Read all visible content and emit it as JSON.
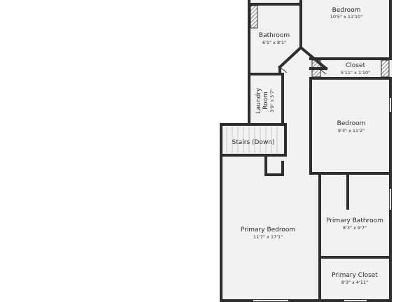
{
  "rooms": {
    "bedroom_top": {
      "name": "Bedroom",
      "dims": "10'5\" x 11'10\""
    },
    "bathroom": {
      "name": "Bathroom",
      "dims": "6'1\" x 8'1\""
    },
    "closet": {
      "name": "Closet",
      "dims": "5'11\" x 1'10\""
    },
    "laundry": {
      "name_line1": "Laundry",
      "name_line2": "Room",
      "dims": "3'9\" x 5'7\""
    },
    "bedroom_mid": {
      "name": "Bedroom",
      "dims": "9'3\" x 11'2\""
    },
    "stairs": {
      "name": "Stairs (Down)"
    },
    "primary_bedroom": {
      "name": "Primary Bedroom",
      "dims": "11'7\" x 17'1\""
    },
    "primary_bathroom": {
      "name": "Primary Bathroom",
      "dims": "8'3\" x 9'7\""
    },
    "primary_closet": {
      "name": "Primary Closet",
      "dims": "8'3\" x 4'11\""
    }
  },
  "colors": {
    "floor": "#f2f2f2",
    "wall": "#2e2e2e",
    "window": "#ffffff",
    "stair_tread": "#bdbdbd"
  }
}
